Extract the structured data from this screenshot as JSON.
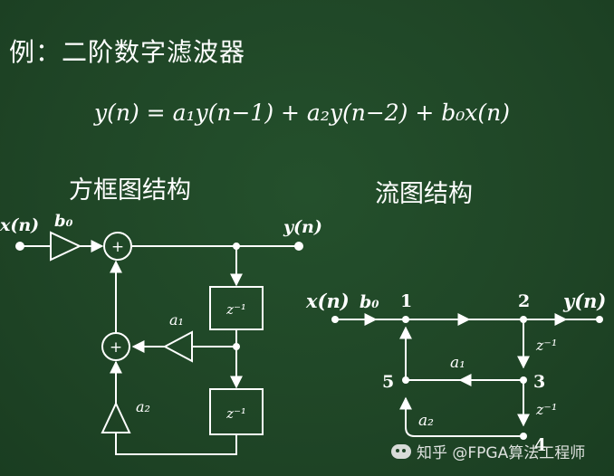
{
  "heading": "例：二阶数字滤波器",
  "equation": "y(n) = a₁y(n−1) + a₂y(n−2) + b₀x(n)",
  "block_diagram": {
    "title": "方框图结构",
    "input_label": "x(n)",
    "output_label": "y(n)",
    "gain_b0": "b₀",
    "gain_a1": "a₁",
    "gain_a2": "a₂",
    "adder_symbol": "+",
    "delay_label": "z⁻¹"
  },
  "flow_graph": {
    "title": "流图结构",
    "input_label": "x(n)",
    "output_label": "y(n)",
    "gain_b0": "b₀",
    "gain_a1": "a₁",
    "gain_a2": "a₂",
    "delay_label": "z⁻¹",
    "nodes": [
      "1",
      "2",
      "3",
      "4",
      "5"
    ]
  },
  "watermark": "知乎 @FPGA算法工程师",
  "colors": {
    "background": "#1f4526",
    "foreground": "#ffffff"
  }
}
